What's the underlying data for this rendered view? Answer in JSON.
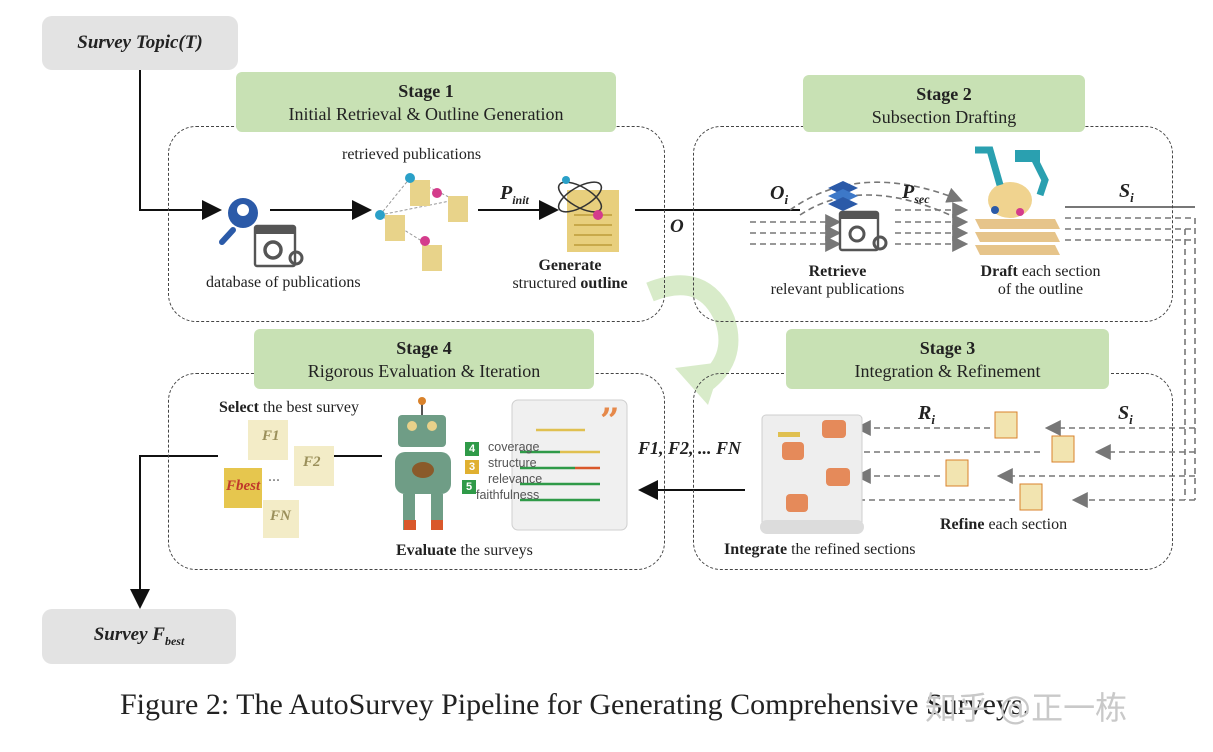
{
  "input": {
    "topic_label": "Survey Topic(T)"
  },
  "output": {
    "label_prefix": "Survey F",
    "label_sub": "best"
  },
  "stages": [
    {
      "title": "Stage 1",
      "subtitle": "Initial Retrieval & Outline Generation"
    },
    {
      "title": "Stage 2",
      "subtitle": "Subsection Drafting"
    },
    {
      "title": "Stage 3",
      "subtitle": "Integration & Refinement"
    },
    {
      "title": "Stage 4",
      "subtitle": "Rigorous Evaluation & Iteration"
    }
  ],
  "stage1": {
    "retrieved": "retrieved publications",
    "database": "database of publications",
    "generate_bold": "Generate",
    "structured": "structured ",
    "outline_bold": "outline",
    "p_init_main": "P",
    "p_init_sub": "init",
    "o_label": "O"
  },
  "stage2": {
    "oi_main": "O",
    "oi_sub": "i",
    "psec_main": "P",
    "psec_sub": "sec",
    "si_main": "S",
    "si_sub": "i",
    "retrieve_bold": "Retrieve",
    "relevant": "relevant publications",
    "draft_bold": "Draft",
    "each_section": " each section",
    "of_outline": "of the outline"
  },
  "stage3": {
    "ri_main": "R",
    "ri_sub": "i",
    "si_main": "S",
    "si_sub": "i",
    "refine_bold": "Refine",
    "refine_rest": " each section",
    "integrate_bold": "Integrate",
    "integrate_rest": " the refined sections",
    "f_list": "F1, F2, ... FN"
  },
  "stage4": {
    "select_bold": "Select",
    "select_rest": " the best survey",
    "evaluate_bold": "Evaluate",
    "evaluate_rest": " the surveys",
    "metrics": [
      "coverage",
      "structure",
      "relevance",
      "faithfulness"
    ],
    "scores": [
      "4",
      "3",
      "5"
    ],
    "f1": "F1",
    "f2": "F2",
    "fn": "FN",
    "fbest": "Fbest",
    "dots": "..."
  },
  "caption": "Figure 2: The AutoSurvey Pipeline for Generating Comprehensive Surveys.",
  "watermark": "知乎 @正一栋",
  "colors": {
    "stage_green": "#c8e1b4",
    "gray": "#e3e3e3",
    "doc_yellow": "#e8d38a",
    "robot_green": "#6f9d86",
    "orange": "#d9822b",
    "blue": "#2b5aa8"
  }
}
